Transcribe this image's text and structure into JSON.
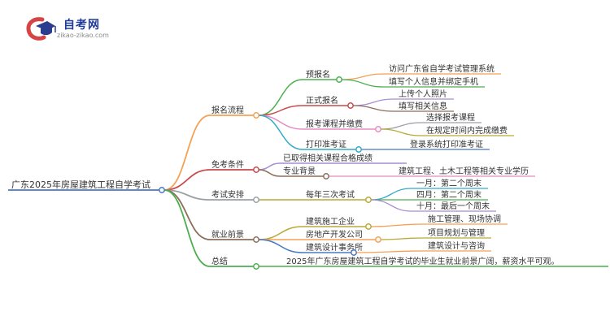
{
  "brand": {
    "name": "自考网",
    "url": "zikao-zikao.com"
  },
  "root": {
    "label": "广东2025年房屋建筑工程自学考试"
  },
  "branches": [
    {
      "label": "报名流程",
      "color": "#f4a154",
      "children": [
        {
          "label": "预报名",
          "color": "#4cae4f",
          "children": [
            {
              "label": "访问广东省自学考试管理系统",
              "color": "#f4a154"
            },
            {
              "label": "填写个人信息并绑定手机",
              "color": "#4cae4f"
            }
          ]
        },
        {
          "label": "正式报名",
          "color": "#c94a4a",
          "children": [
            {
              "label": "上传个人照片",
              "color": "#a98bd5"
            },
            {
              "label": "填写相关信息",
              "color": "#8c6e5a"
            }
          ]
        },
        {
          "label": "报考课程并缴费",
          "color": "#e88bc4",
          "children": [
            {
              "label": "选择报考课程",
              "color": "#9aa0a6"
            },
            {
              "label": "在规定时间内完成缴费",
              "color": "#b9a936"
            }
          ]
        },
        {
          "label": "打印准考证",
          "color": "#34a9c9",
          "children": [
            {
              "label": "登录系统打印准考证",
              "color": "#4a78c4"
            }
          ]
        }
      ]
    },
    {
      "label": "免考条件",
      "color": "#c94a4a",
      "children": [
        {
          "label": "已取得相关课程合格成绩",
          "color": "#a98bd5"
        },
        {
          "label": "专业背景",
          "color": "#8c6e5a",
          "children": [
            {
              "label": "建筑工程、土木工程等相关专业学历",
              "color": "#e88bc4"
            }
          ]
        }
      ]
    },
    {
      "label": "考试安排",
      "color": "#9aa0a6",
      "children": [
        {
          "label": "每年三次考试",
          "color": "#b9a936",
          "children": [
            {
              "label": "一月：第二个周末",
              "color": "#34a9c9"
            },
            {
              "label": "四月：第二个周末",
              "color": "#4cae4f"
            },
            {
              "label": "十月：最后一个周末",
              "color": "#a98bd5"
            }
          ]
        }
      ]
    },
    {
      "label": "就业前景",
      "color": "#8c6e5a",
      "children": [
        {
          "label": "建筑施工企业",
          "color": "#b9a936",
          "children": [
            {
              "label": "施工管理、现场协调",
              "color": "#f4a154"
            }
          ]
        },
        {
          "label": "房地产开发公司",
          "color": "#f4a154",
          "children": [
            {
              "label": "项目规划与管理",
              "color": "#b9a936"
            }
          ]
        },
        {
          "label": "建筑设计事务所",
          "color": "#4a78c4",
          "children": [
            {
              "label": "建筑设计与咨询",
              "color": "#f4a154"
            }
          ]
        }
      ]
    },
    {
      "label": "总结",
      "color": "#4cae4f",
      "children": [
        {
          "label": "2025年广东房屋建筑工程自学考试的毕业生就业前景广阔，薪资水平可观。",
          "color": "#4cae4f"
        }
      ]
    }
  ]
}
